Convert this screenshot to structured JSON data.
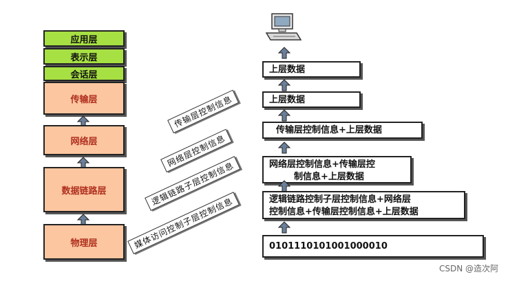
{
  "layers": [
    "应用层",
    "表示层",
    "会话层",
    "传输层",
    "网络层",
    "数据链路层",
    "物理层"
  ],
  "data_boxes": {
    "top1": "上层数据",
    "top2": "上层数据",
    "transport": "传输层控制信息+上层数据",
    "network_line1": "网络层控制信息+传输层控",
    "network_line2": "制信息+上层数据",
    "datalink_line1": "逻辑链路控制子层控制信息+网络层",
    "datalink_line2": "控制信息+传输层控制信息+上层数据",
    "physical": "0101110101001000010"
  },
  "rotated_labels": {
    "transport": "传输层控制信息",
    "network": "网络层控制信息",
    "llc": "逻辑链路子层控制信息",
    "mac": "媒体访问控制子层控制信息"
  },
  "watermark": "CSDN @造次阿",
  "icons": {
    "computer": "computer-icon",
    "arrow": "up-arrow-icon"
  },
  "colors": {
    "upper_layer_fill": "#a7e043",
    "lower_layer_fill": "#fbc6a0",
    "lower_layer_text": "#b0301e",
    "arrow_fill": "#6b7f99"
  }
}
